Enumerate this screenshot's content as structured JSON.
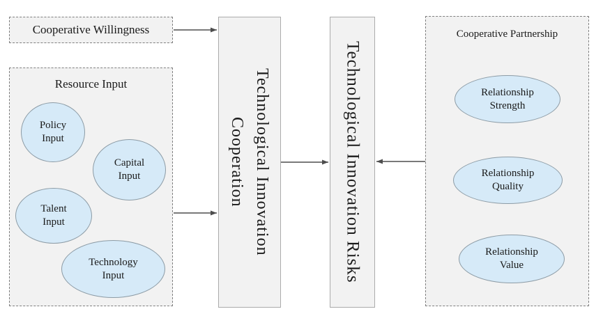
{
  "nodes": {
    "cooperative_willingness": {
      "label": "Cooperative Willingness"
    },
    "resource_input": {
      "title": "Resource Input",
      "items": [
        {
          "label": "Policy\nInput"
        },
        {
          "label": "Capital\nInput"
        },
        {
          "label": "Talent\nInput"
        },
        {
          "label": "Technology\nInput"
        }
      ]
    },
    "technological_innovation_cooperation": {
      "label": "Technological Innovation\nCooperation"
    },
    "technological_innovation_risks": {
      "label": "Technological Innovation Risks"
    },
    "cooperative_partnership": {
      "title": "Cooperative Partnership",
      "items": [
        {
          "label": "Relationship\nStrength"
        },
        {
          "label": "Relationship\nQuality"
        },
        {
          "label": "Relationship\nValue"
        }
      ]
    }
  },
  "edges": [
    {
      "from": "cooperative_willingness",
      "to": "technological_innovation_cooperation"
    },
    {
      "from": "resource_input",
      "to": "technological_innovation_cooperation"
    },
    {
      "from": "technological_innovation_cooperation",
      "to": "technological_innovation_risks"
    },
    {
      "from": "cooperative_partnership",
      "to": "technological_innovation_risks"
    }
  ],
  "colors": {
    "ellipse_fill": "#d6eaf8",
    "ellipse_border": "#8c9ba5",
    "panel_fill": "#f2f2f2",
    "dashed_border": "#7f7f7f",
    "solid_border": "#ababab",
    "arrow": "#4d4d4d",
    "text": "#1a1a1a"
  }
}
